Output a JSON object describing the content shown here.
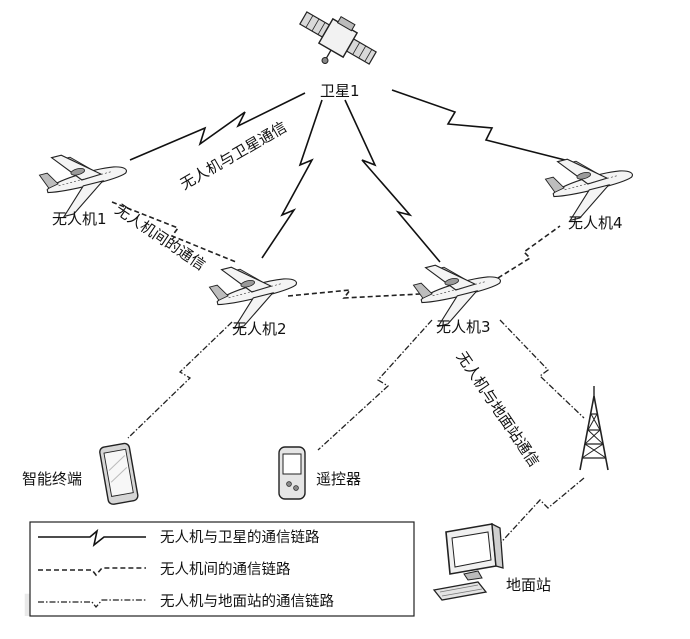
{
  "nodes": {
    "satellite": "卫星1",
    "uav1": "无人机1",
    "uav2": "无人机2",
    "uav3": "无人机3",
    "uav4": "无人机4",
    "smart_terminal": "智能终端",
    "remote_control": "遥控器",
    "ground_station": "地面站"
  },
  "link_labels": {
    "uav_satellite": "无人机与卫星通信",
    "uav_uav": "无人机间的通信",
    "uav_ground": "无人机与地面站通信"
  },
  "legend": {
    "items": [
      {
        "style": "satellite",
        "label": "无人机与卫星的通信链路"
      },
      {
        "style": "inter_uav",
        "label": "无人机间的通信链路"
      },
      {
        "style": "ground",
        "label": "无人机与地面站的通信链路"
      }
    ]
  },
  "watermark": "FREEBUF"
}
